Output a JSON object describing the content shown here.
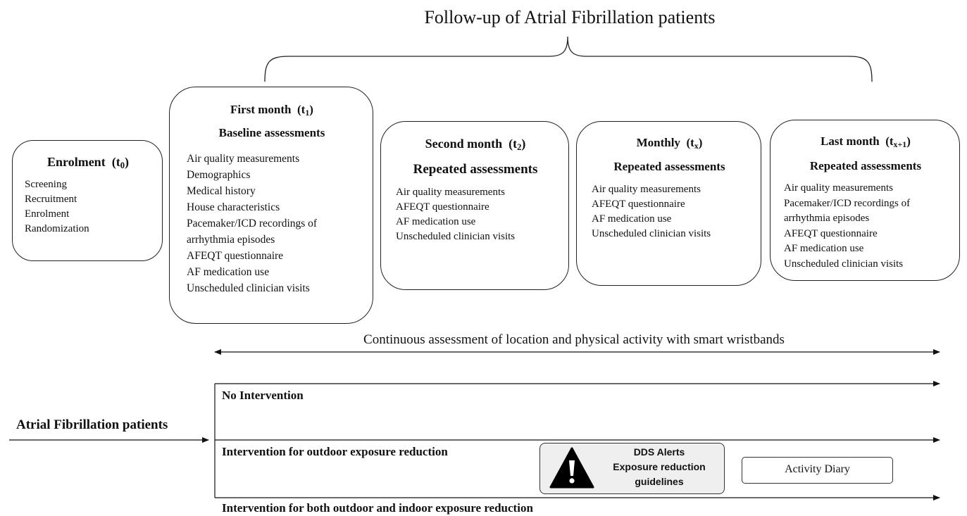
{
  "title": "Follow-up of Atrial Fibrillation patients",
  "boxes": [
    {
      "title": "Enrolment",
      "time": "t",
      "time_sub": "0",
      "subtitle": "",
      "items": [
        "Screening",
        "Recruitment",
        "Enrolment",
        "Randomization"
      ]
    },
    {
      "title": "First month",
      "time": "t",
      "time_sub": "1",
      "subtitle": "Baseline assessments",
      "items": [
        "Air quality measurements",
        "Demographics",
        "Medical history",
        "House characteristics",
        "Pacemaker/ICD recordings of",
        "arrhythmia episodes",
        "AFEQT questionnaire",
        "AF medication use",
        "Unscheduled clinician visits"
      ]
    },
    {
      "title": "Second month",
      "time": "t",
      "time_sub": "2",
      "subtitle": "Repeated assessments",
      "items": [
        "Air quality measurements",
        "AFEQT questionnaire",
        "AF medication use",
        "Unscheduled clinician visits"
      ]
    },
    {
      "title": "Monthly",
      "time": "t",
      "time_sub": "x",
      "subtitle": "Repeated assessments",
      "items": [
        "Air quality measurements",
        "AFEQT questionnaire",
        "AF medication use",
        "Unscheduled clinician visits"
      ]
    },
    {
      "title": "Last month",
      "time": "t",
      "time_sub": "x+1",
      "subtitle": "Repeated assessments",
      "items": [
        "Air quality measurements",
        "Pacemaker/ICD recordings of",
        "arrhythmia episodes",
        "AFEQT questionnaire",
        "AF medication use",
        "Unscheduled clinician visits"
      ]
    }
  ],
  "continuous_label": "Continuous assessment of location and physical activity with smart wristbands",
  "patients_label": "Atrial Fibrillation patients",
  "arms": {
    "no_intervention": "No Intervention",
    "outdoor": "Intervention for outdoor exposure reduction",
    "both": "Intervention for both outdoor and indoor exposure reduction"
  },
  "alert": {
    "icon": "warning-icon",
    "line1": "DDS Alerts",
    "line2": "Exposure reduction",
    "line3": "guidelines"
  },
  "activity_diary": "Activity Diary"
}
